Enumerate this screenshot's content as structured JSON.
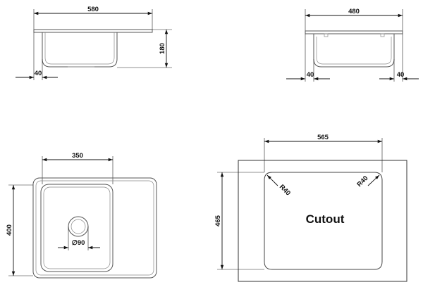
{
  "views": {
    "front": {
      "width_label": "580",
      "depth_label": "180",
      "flange_label": "40"
    },
    "side": {
      "width_label": "480",
      "flange_left_label": "40",
      "flange_right_label": "40"
    },
    "top": {
      "bowl_width_label": "350",
      "height_label": "400",
      "drain_label": "∅90"
    },
    "cutout": {
      "width_label": "565",
      "height_label": "465",
      "radius_left_label": "R40",
      "radius_right_label": "R40",
      "title": "Cutout"
    }
  }
}
